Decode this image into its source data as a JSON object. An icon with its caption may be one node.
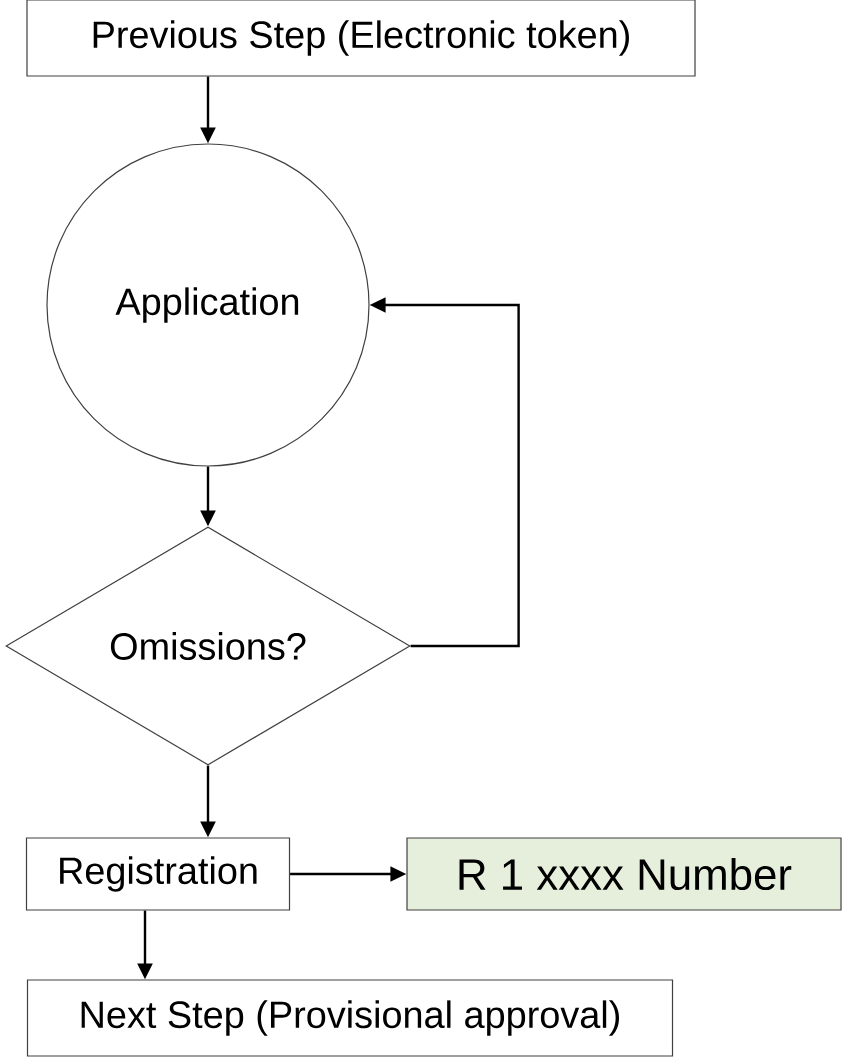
{
  "diagram": {
    "nodes": [
      {
        "text": [
          "Previous Step (Electronic token)"
        ]
      },
      {
        "text": [
          "Application"
        ]
      },
      {
        "text": [
          "Omissions?"
        ]
      },
      {
        "text": [
          "Registration"
        ]
      },
      {
        "text": [
          "R 1 xxxx Number"
        ]
      },
      {
        "text": [
          "Next Step (Provisional approval)"
        ]
      }
    ],
    "edges": [
      {
        "from": 0,
        "to": 1,
        "arrow": "to"
      },
      {
        "from": 1,
        "to": 2,
        "arrow": "to"
      },
      {
        "from": 2,
        "to": 1,
        "arrow": "to"
      },
      {
        "from": 2,
        "to": 3,
        "arrow": "to"
      },
      {
        "from": 3,
        "to": 4,
        "arrow": "to"
      },
      {
        "from": 3,
        "to": 5,
        "arrow": "to"
      }
    ]
  }
}
